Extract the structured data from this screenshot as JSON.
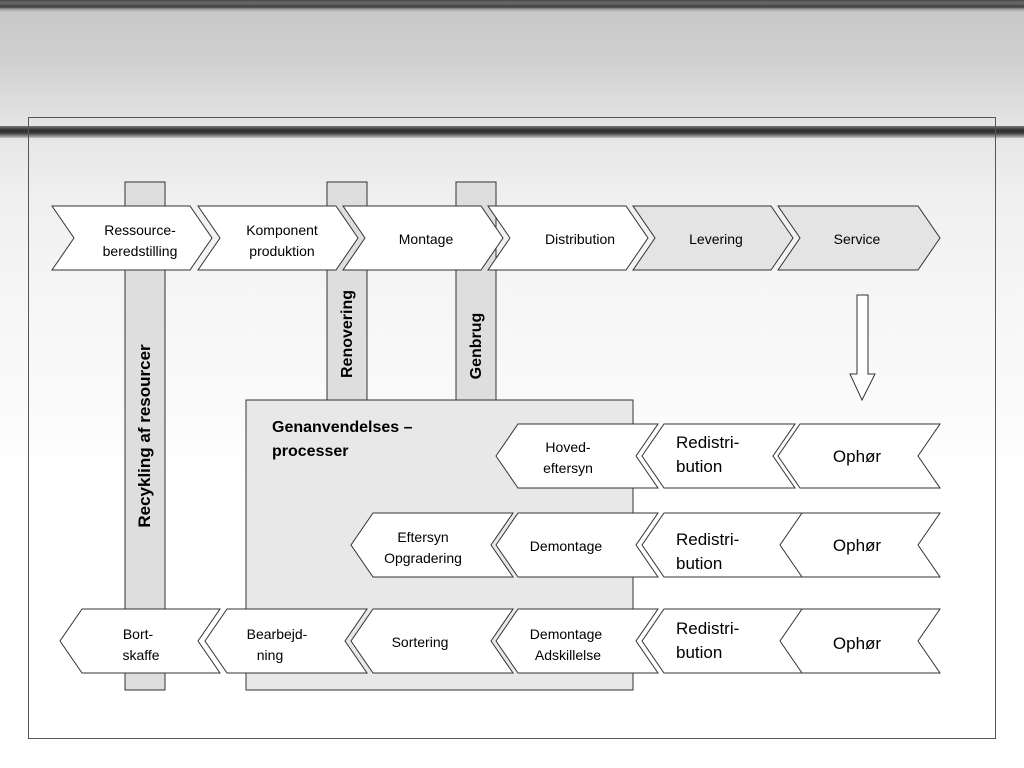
{
  "top_chain": [
    {
      "lines": [
        "Ressource-",
        "beredstilling"
      ]
    },
    {
      "lines": [
        "Komponent",
        "produktion"
      ]
    },
    {
      "lines": [
        "Montage"
      ]
    },
    {
      "lines": [
        "Distribution"
      ]
    },
    {
      "lines": [
        "Levering"
      ]
    },
    {
      "lines": [
        "Service"
      ]
    }
  ],
  "vertical_bars": {
    "recycling": "Recykling af resourcer",
    "renovering": "Renovering",
    "genbrug": "Genbrug"
  },
  "process_box": {
    "title_line1": "Genanvendelses –",
    "title_line2": "processer"
  },
  "row1": {
    "end": "Ophør",
    "redistribution": [
      "Redistri-",
      "bution"
    ],
    "step": [
      "Hoved-",
      "eftersyn"
    ]
  },
  "row2": {
    "end": "Ophør",
    "redistribution": [
      "Redistri-",
      "bution"
    ],
    "step": [
      "Demontage"
    ],
    "step2": [
      "Eftersyn",
      "Opgradering"
    ]
  },
  "row3": {
    "end": "Ophør",
    "redistribution": [
      "Redistri-",
      "bution"
    ],
    "steps": [
      [
        "Demontage",
        "Adskillelse"
      ],
      [
        "Sortering"
      ],
      [
        "Bearbejd-",
        "ning"
      ],
      [
        "Bort-",
        "skaffe"
      ]
    ]
  }
}
